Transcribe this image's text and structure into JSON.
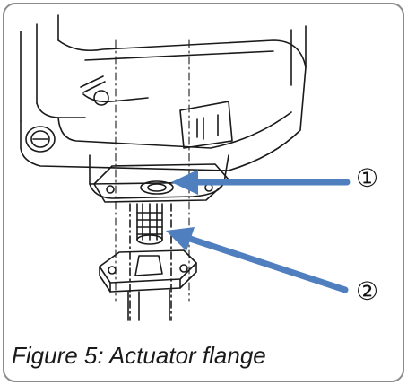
{
  "figure": {
    "caption": "Figure 5: Actuator flange",
    "callouts": [
      {
        "id": "1",
        "label": "①"
      },
      {
        "id": "2",
        "label": "②"
      }
    ],
    "colors": {
      "arrow": "#4f7fbf",
      "line": "#1a1a1a",
      "border": "#8c8c8c"
    }
  }
}
